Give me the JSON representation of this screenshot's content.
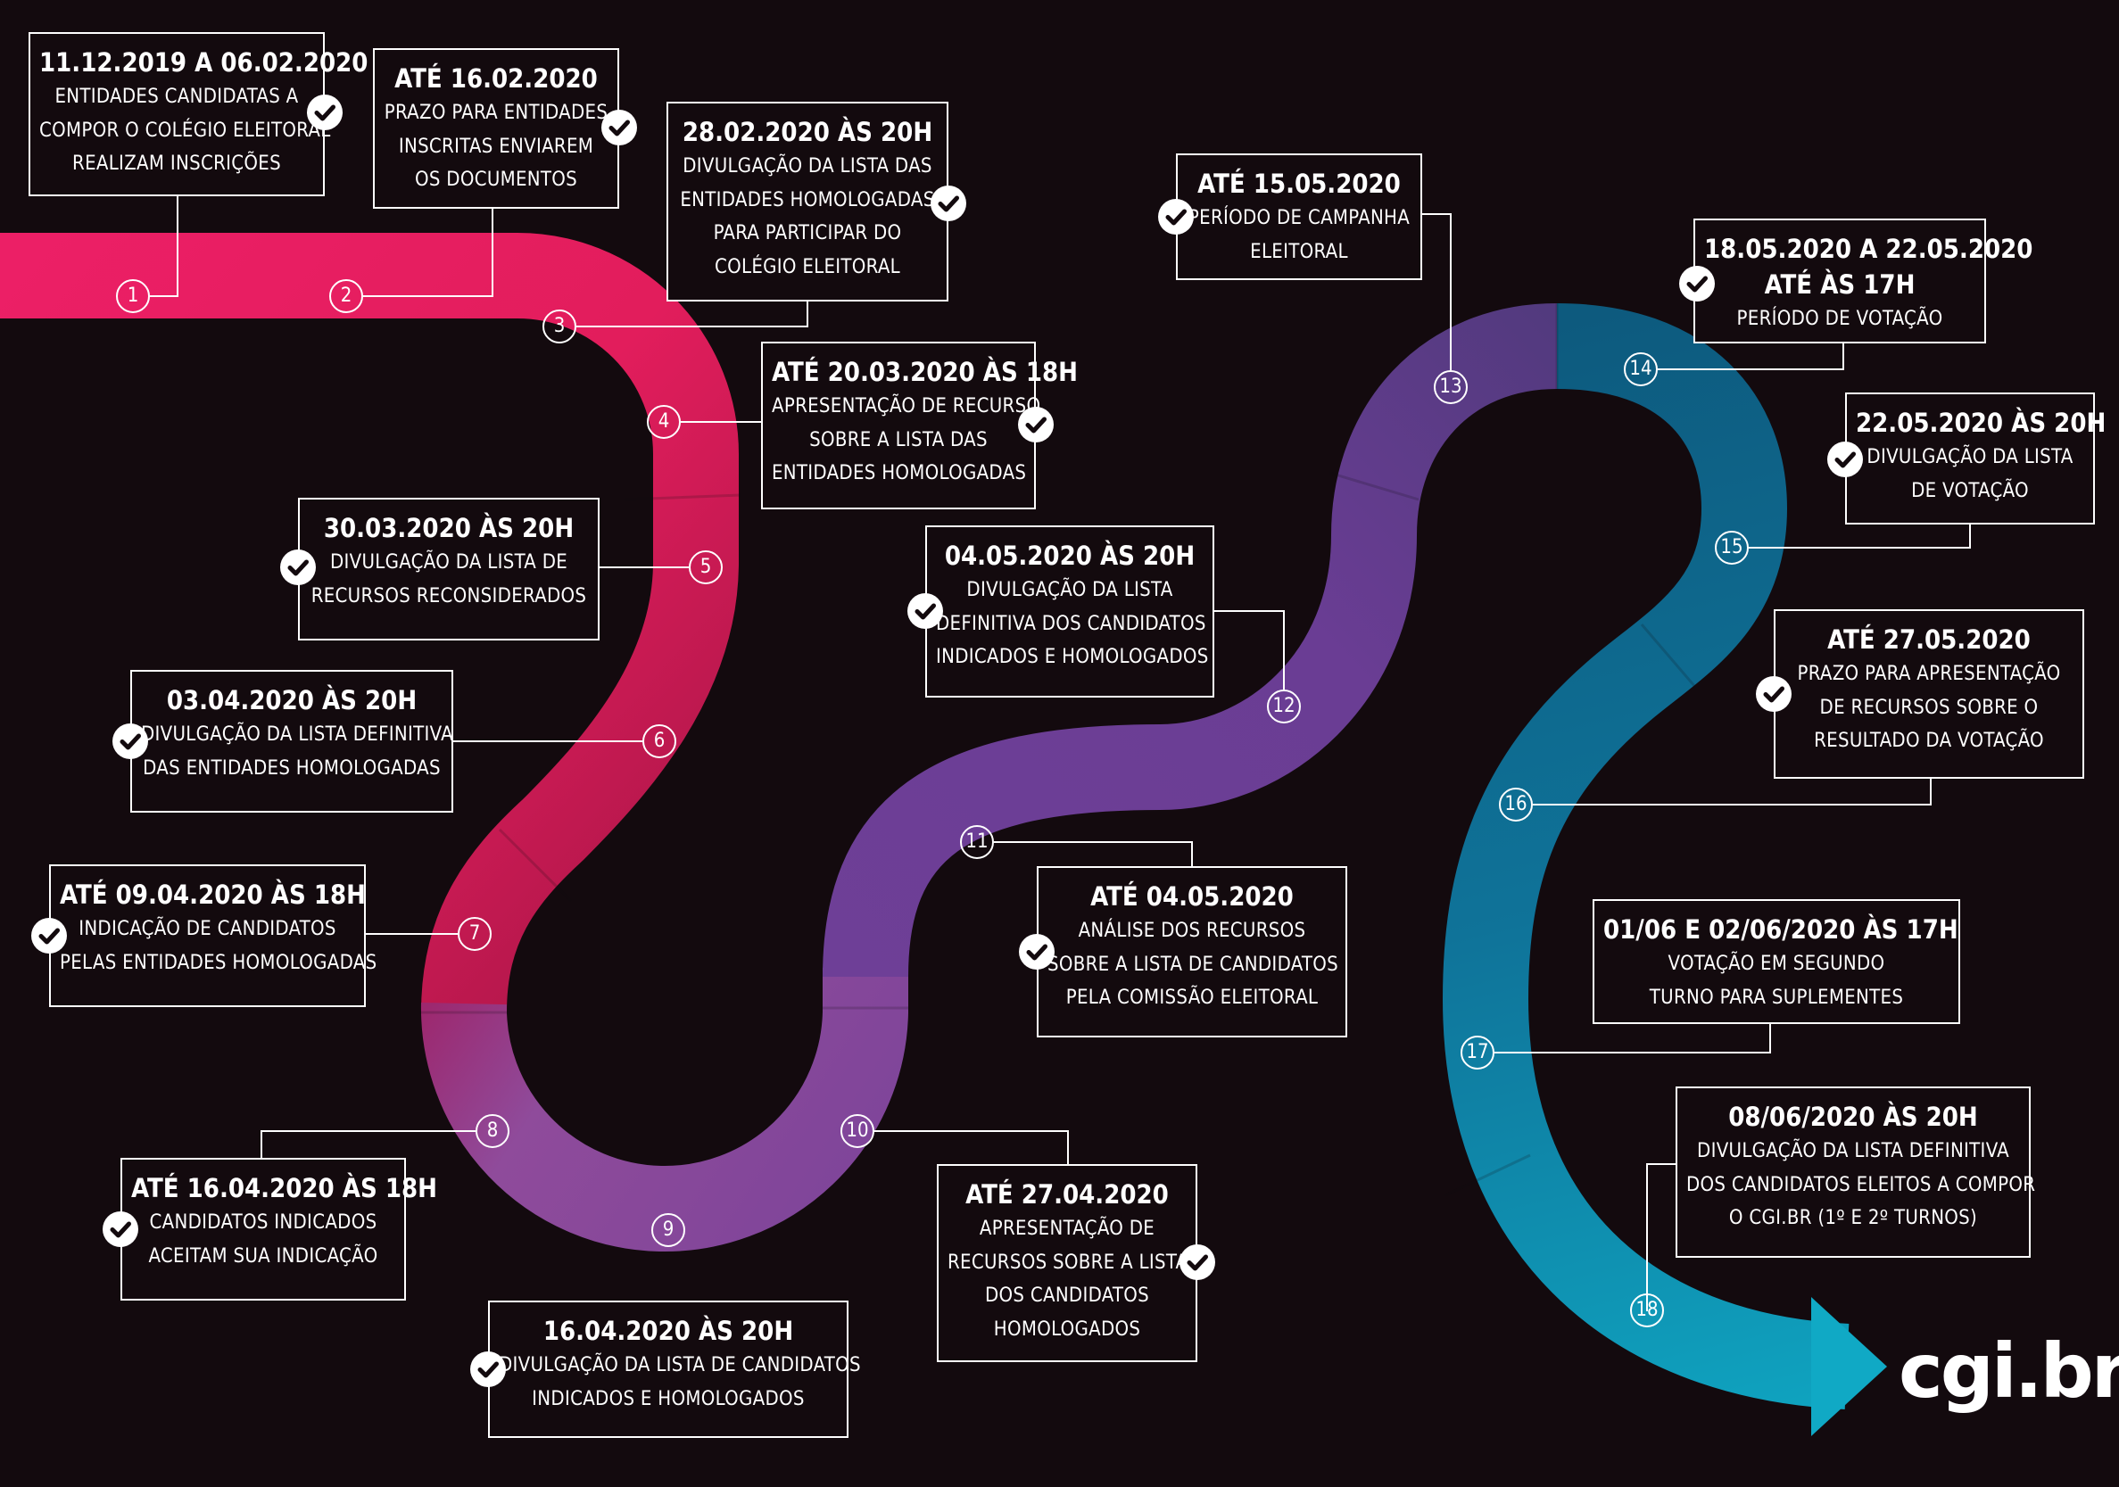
{
  "milestones": [
    {
      "n": "1",
      "date": "11.12.2019 A 06.02.2020",
      "lines": [
        "ENTIDADES CANDIDATAS A",
        "COMPOR O COLÉGIO ELEITORAL",
        "REALIZAM INSCRIÇÕES"
      ]
    },
    {
      "n": "2",
      "date": "ATÉ 16.02.2020",
      "lines": [
        "PRAZO PARA ENTIDADES",
        "INSCRITAS ENVIAREM",
        "OS DOCUMENTOS"
      ]
    },
    {
      "n": "3",
      "date": "28.02.2020 ÀS 20H",
      "lines": [
        "DIVULGAÇÃO DA LISTA DAS",
        "ENTIDADES HOMOLOGADAS",
        "PARA PARTICIPAR DO",
        "COLÉGIO ELEITORAL"
      ]
    },
    {
      "n": "4",
      "date": "ATÉ 20.03.2020 ÀS 18H",
      "lines": [
        "APRESENTAÇÃO DE RECURSO",
        "SOBRE A LISTA DAS",
        "ENTIDADES HOMOLOGADAS"
      ]
    },
    {
      "n": "5",
      "date": "30.03.2020  ÀS 20H",
      "lines": [
        "DIVULGAÇÃO DA LISTA DE",
        "RECURSOS RECONSIDERADOS"
      ]
    },
    {
      "n": "6",
      "date": "03.04.2020 ÀS 20H",
      "lines": [
        "DIVULGAÇÃO DA LISTA DEFINITIVA",
        "DAS ENTIDADES HOMOLOGADAS"
      ]
    },
    {
      "n": "7",
      "date": "ATÉ 09.04.2020 ÀS 18H",
      "lines": [
        "INDICAÇÃO DE CANDIDATOS",
        "PELAS ENTIDADES HOMOLOGADAS"
      ]
    },
    {
      "n": "8",
      "date": "ATÉ 16.04.2020 ÀS 18H",
      "lines": [
        "CANDIDATOS INDICADOS",
        "ACEITAM SUA INDICAÇÃO"
      ]
    },
    {
      "n": "9",
      "date": "16.04.2020 ÀS 20H",
      "lines": [
        "DIVULGAÇÃO DA LISTA DE CANDIDATOS",
        "INDICADOS E HOMOLOGADOS"
      ]
    },
    {
      "n": "10",
      "date": "ATÉ 27.04.2020",
      "lines": [
        "APRESENTAÇÃO DE",
        "RECURSOS SOBRE A LISTA",
        "DOS CANDIDATOS",
        "HOMOLOGADOS"
      ]
    },
    {
      "n": "11",
      "date": "ATÉ 04.05.2020",
      "lines": [
        "ANÁLISE DOS RECURSOS",
        "SOBRE A LISTA DE CANDIDATOS",
        "PELA COMISSÃO ELEITORAL"
      ]
    },
    {
      "n": "12",
      "date": "04.05.2020 ÀS 20H",
      "lines": [
        "DIVULGAÇÃO DA LISTA",
        "DEFINITIVA DOS CANDIDATOS",
        "INDICADOS E HOMOLOGADOS"
      ]
    },
    {
      "n": "13",
      "date": "ATÉ 15.05.2020",
      "lines": [
        "PERÍODO DE CAMPANHA",
        "ELEITORAL"
      ]
    },
    {
      "n": "14",
      "date": "18.05.2020 A 22.05.2020",
      "lines": [
        "ATÉ ÀS 17H",
        "PERÍODO DE VOTAÇÃO"
      ]
    },
    {
      "n": "15",
      "date": "22.05.2020 ÀS 20H",
      "lines": [
        "DIVULGAÇÃO DA LISTA",
        "DE VOTAÇÃO"
      ]
    },
    {
      "n": "16",
      "date": "ATÉ 27.05.2020",
      "lines": [
        "PRAZO PARA APRESENTAÇÃO",
        "DE RECURSOS SOBRE O",
        "RESULTADO DA VOTAÇÃO"
      ]
    },
    {
      "n": "17",
      "date": "01/06 E 02/06/2020 ÀS 17H",
      "lines": [
        "VOTAÇÃO EM SEGUNDO",
        "TURNO PARA SUPLEMENTES"
      ]
    },
    {
      "n": "18",
      "date": "08/06/2020 ÀS 20H",
      "lines": [
        "DIVULGAÇÃO DA LISTA DEFINITIVA",
        "DOS CANDIDATOS ELEITOS A COMPOR",
        "O CGI.BR (1º E 2º TURNOS)"
      ]
    }
  ],
  "logo": "cgi.br",
  "colors": {
    "background": "#130a0e",
    "pink": "#e91e63",
    "crimson": "#b01a46",
    "purple": "#7b3f96",
    "violet": "#5c3a86",
    "teal": "#0b6d8c",
    "cyan": "#0f9ab7"
  }
}
